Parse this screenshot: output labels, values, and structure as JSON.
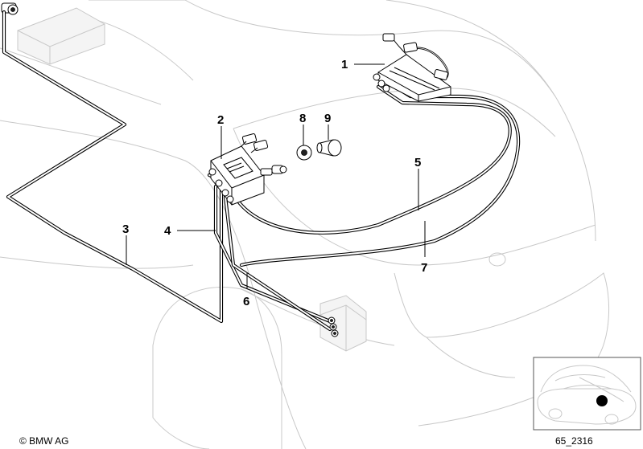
{
  "diagram": {
    "callouts": [
      {
        "id": "1",
        "text": "1"
      },
      {
        "id": "2",
        "text": "2"
      },
      {
        "id": "3",
        "text": "3"
      },
      {
        "id": "4",
        "text": "4"
      },
      {
        "id": "5",
        "text": "5"
      },
      {
        "id": "6",
        "text": "6"
      },
      {
        "id": "7",
        "text": "7"
      },
      {
        "id": "8",
        "text": "8"
      },
      {
        "id": "9",
        "text": "9"
      }
    ],
    "copyright": "© BMW AG",
    "diagram_code": "65_2316"
  }
}
